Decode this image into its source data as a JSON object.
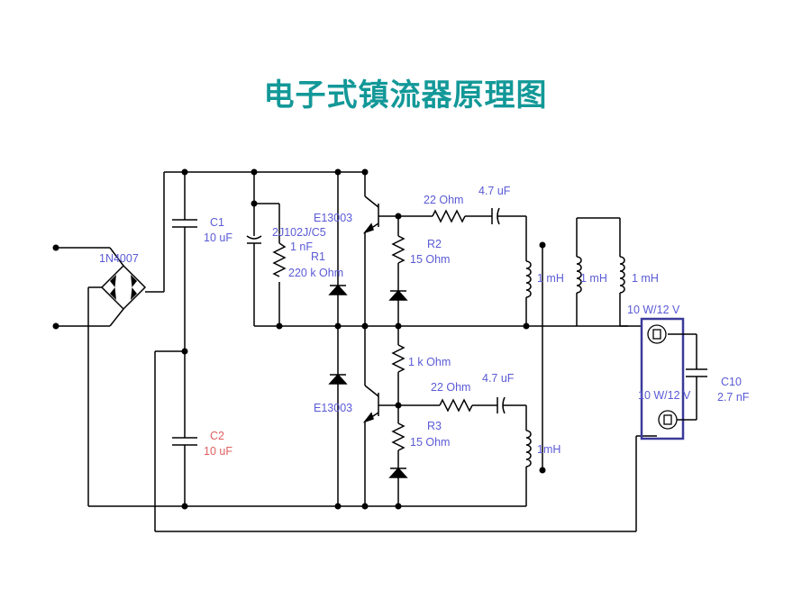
{
  "title": "电子式镇流器原理图",
  "colors": {
    "title": "#139898",
    "label": "#5a5ad6",
    "label_highlight": "#e06060",
    "lamp_frame": "#3a3a9a",
    "wire": "#000000"
  },
  "labels": {
    "bridge": "1N4007",
    "c1_name": "C1",
    "c1_value": "10 uF",
    "c2_name": "C2",
    "c2_value": "10 uF",
    "cap_part": "2J102J/C5",
    "cap_value": "1 nF",
    "r1_name": "R1",
    "r1_value": "220 k Ohm",
    "q1": "E13003",
    "q2": "E13003",
    "r_base1": "22  Ohm",
    "c_base1": "4.7 uF",
    "r2_name": "R2",
    "r2_value": "15  Ohm",
    "r_mid": "1 k Ohm",
    "r_base2": "22  Ohm",
    "c_base2": "4.7 uF",
    "r3_name": "R3",
    "r3_value": "15  Ohm",
    "l_drive1": "1 mH",
    "l_drive2": "1mH",
    "l_coupled_a": "1 mH",
    "l_coupled_b": "1 mH",
    "lamp_top": "10 W/12 V",
    "lamp_bottom": "10 W/12 V",
    "c10_name": "C10",
    "c10_value": "2.7 nF"
  }
}
